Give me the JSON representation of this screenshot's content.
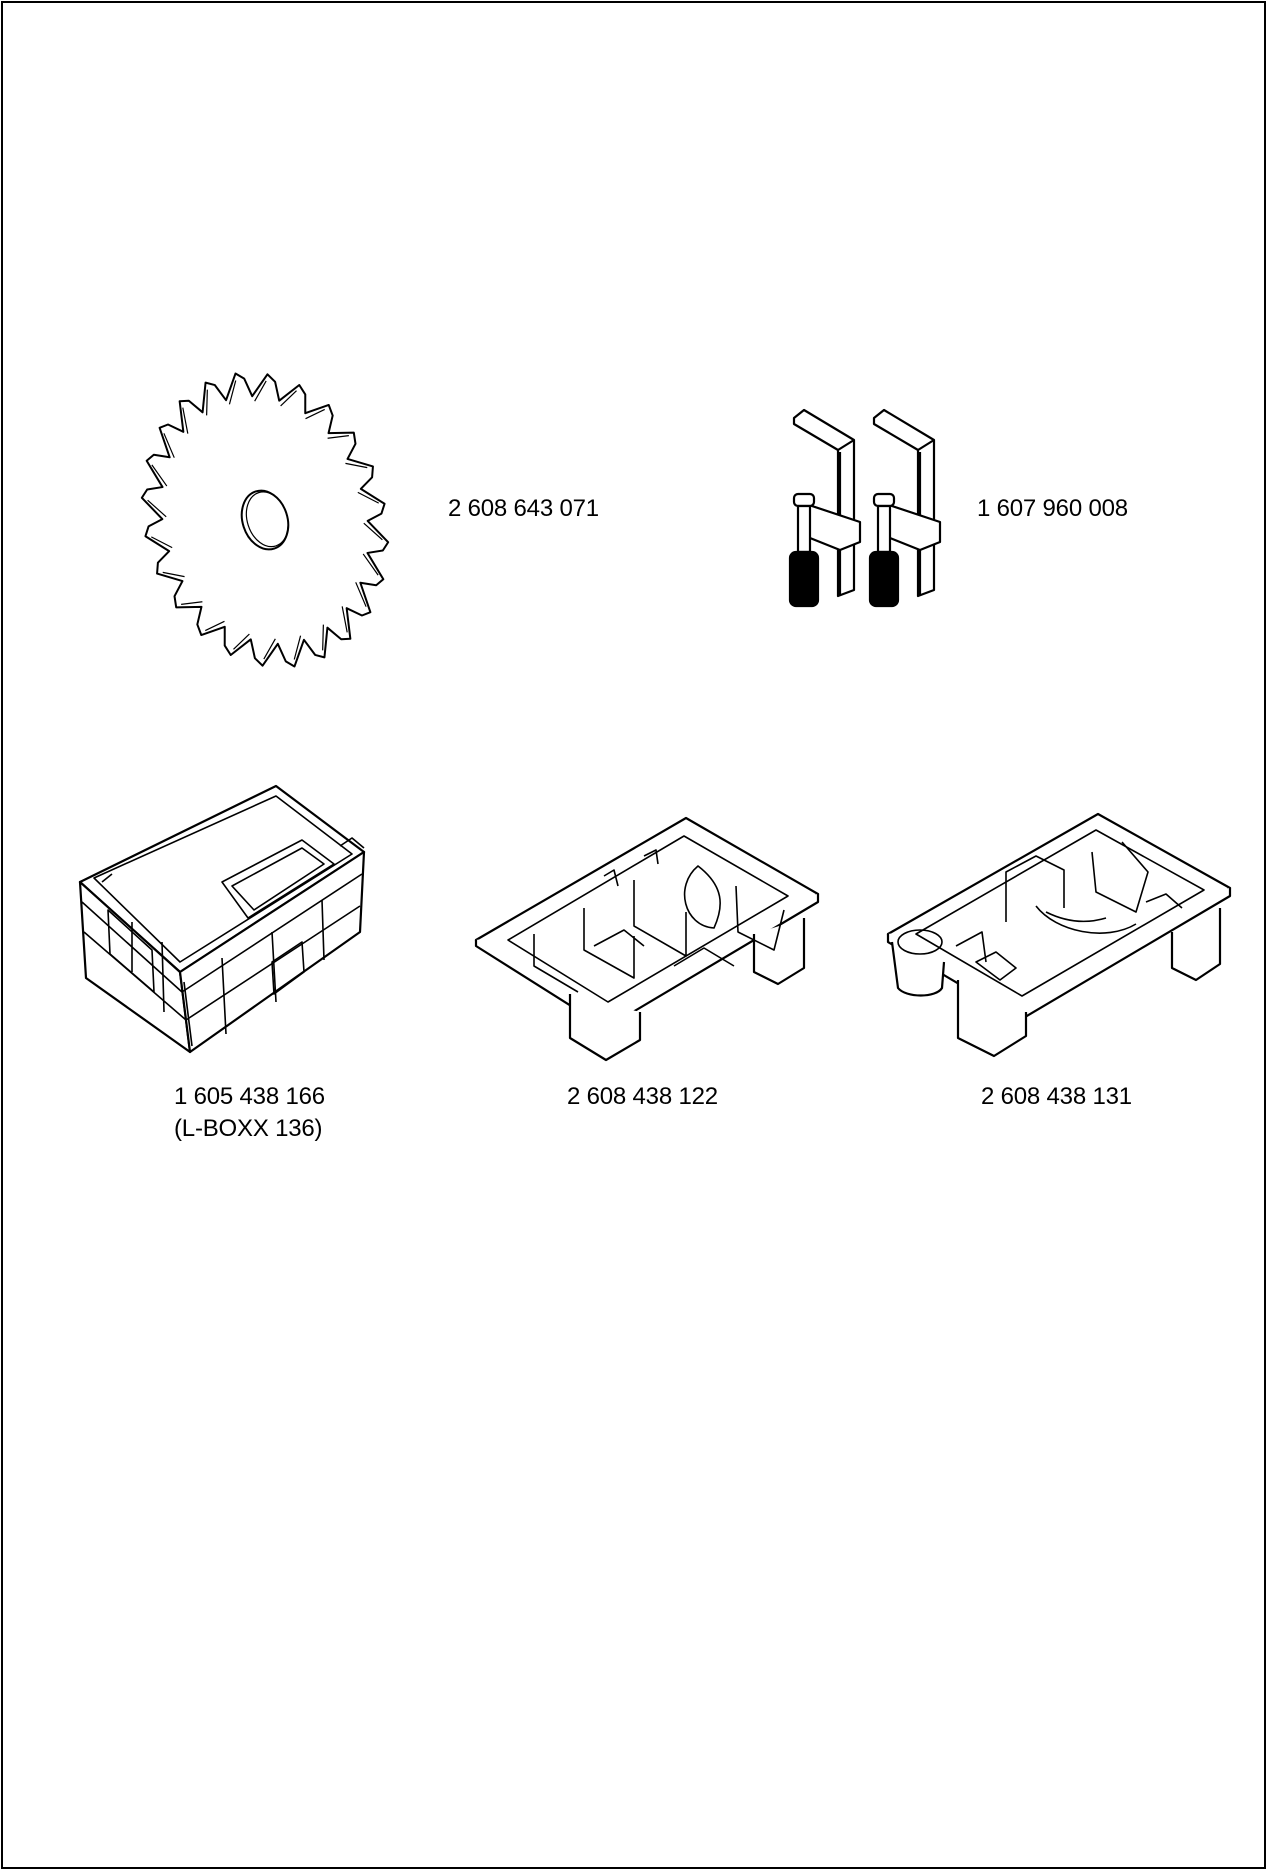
{
  "items": [
    {
      "name": "saw-blade",
      "part_number": "2 608 643 071"
    },
    {
      "name": "clamps",
      "part_number": "1 607 960 008"
    },
    {
      "name": "l-boxx-case",
      "part_number": "1 605 438 166",
      "note": "(L-BOXX 136)"
    },
    {
      "name": "insert-tray-a",
      "part_number": "2 608 438 122"
    },
    {
      "name": "insert-tray-b",
      "part_number": "2 608 438 131"
    }
  ]
}
